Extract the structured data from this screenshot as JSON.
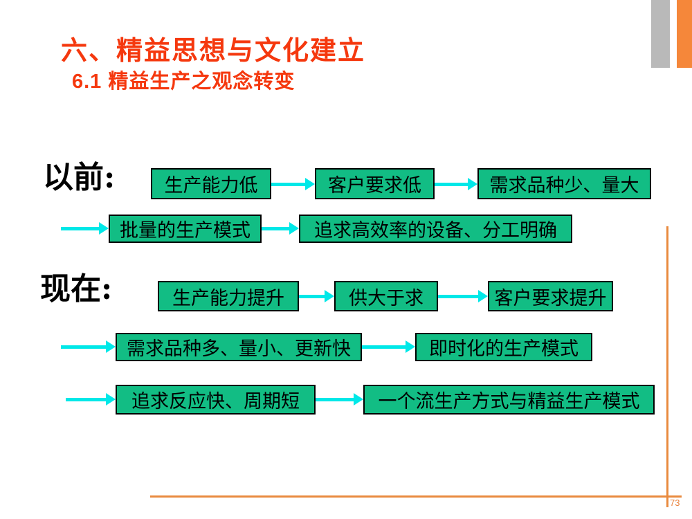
{
  "slide": {
    "title": "六、精益思想与文化建立",
    "subtitle": "6.1 精益生产之观念转变",
    "page_number": "73"
  },
  "colors": {
    "title_text": "#f5380e",
    "box_fill": "#12bd84",
    "box_border": "#000000",
    "arrow": "#00e8e8",
    "accent_orange": "#e98a3e",
    "accent_gray": "#b9b9b9"
  },
  "flow": {
    "before": {
      "label": "以前:",
      "row1": {
        "box1": "生产能力低",
        "box2": "客户要求低",
        "box3": "需求品种少、量大"
      },
      "row2": {
        "box1": "批量的生产模式",
        "box2": "追求高效率的设备、分工明确"
      }
    },
    "now": {
      "label": "现在:",
      "row1": {
        "box1": "生产能力提升",
        "box2": "供大于求",
        "box3": "客户要求提升"
      },
      "row2": {
        "box1": "需求品种多、量小、更新快",
        "box2": "即时化的生产模式"
      },
      "row3": {
        "box1": "追求反应快、周期短",
        "box2": "一个流生产方式与精益生产模式"
      }
    }
  }
}
